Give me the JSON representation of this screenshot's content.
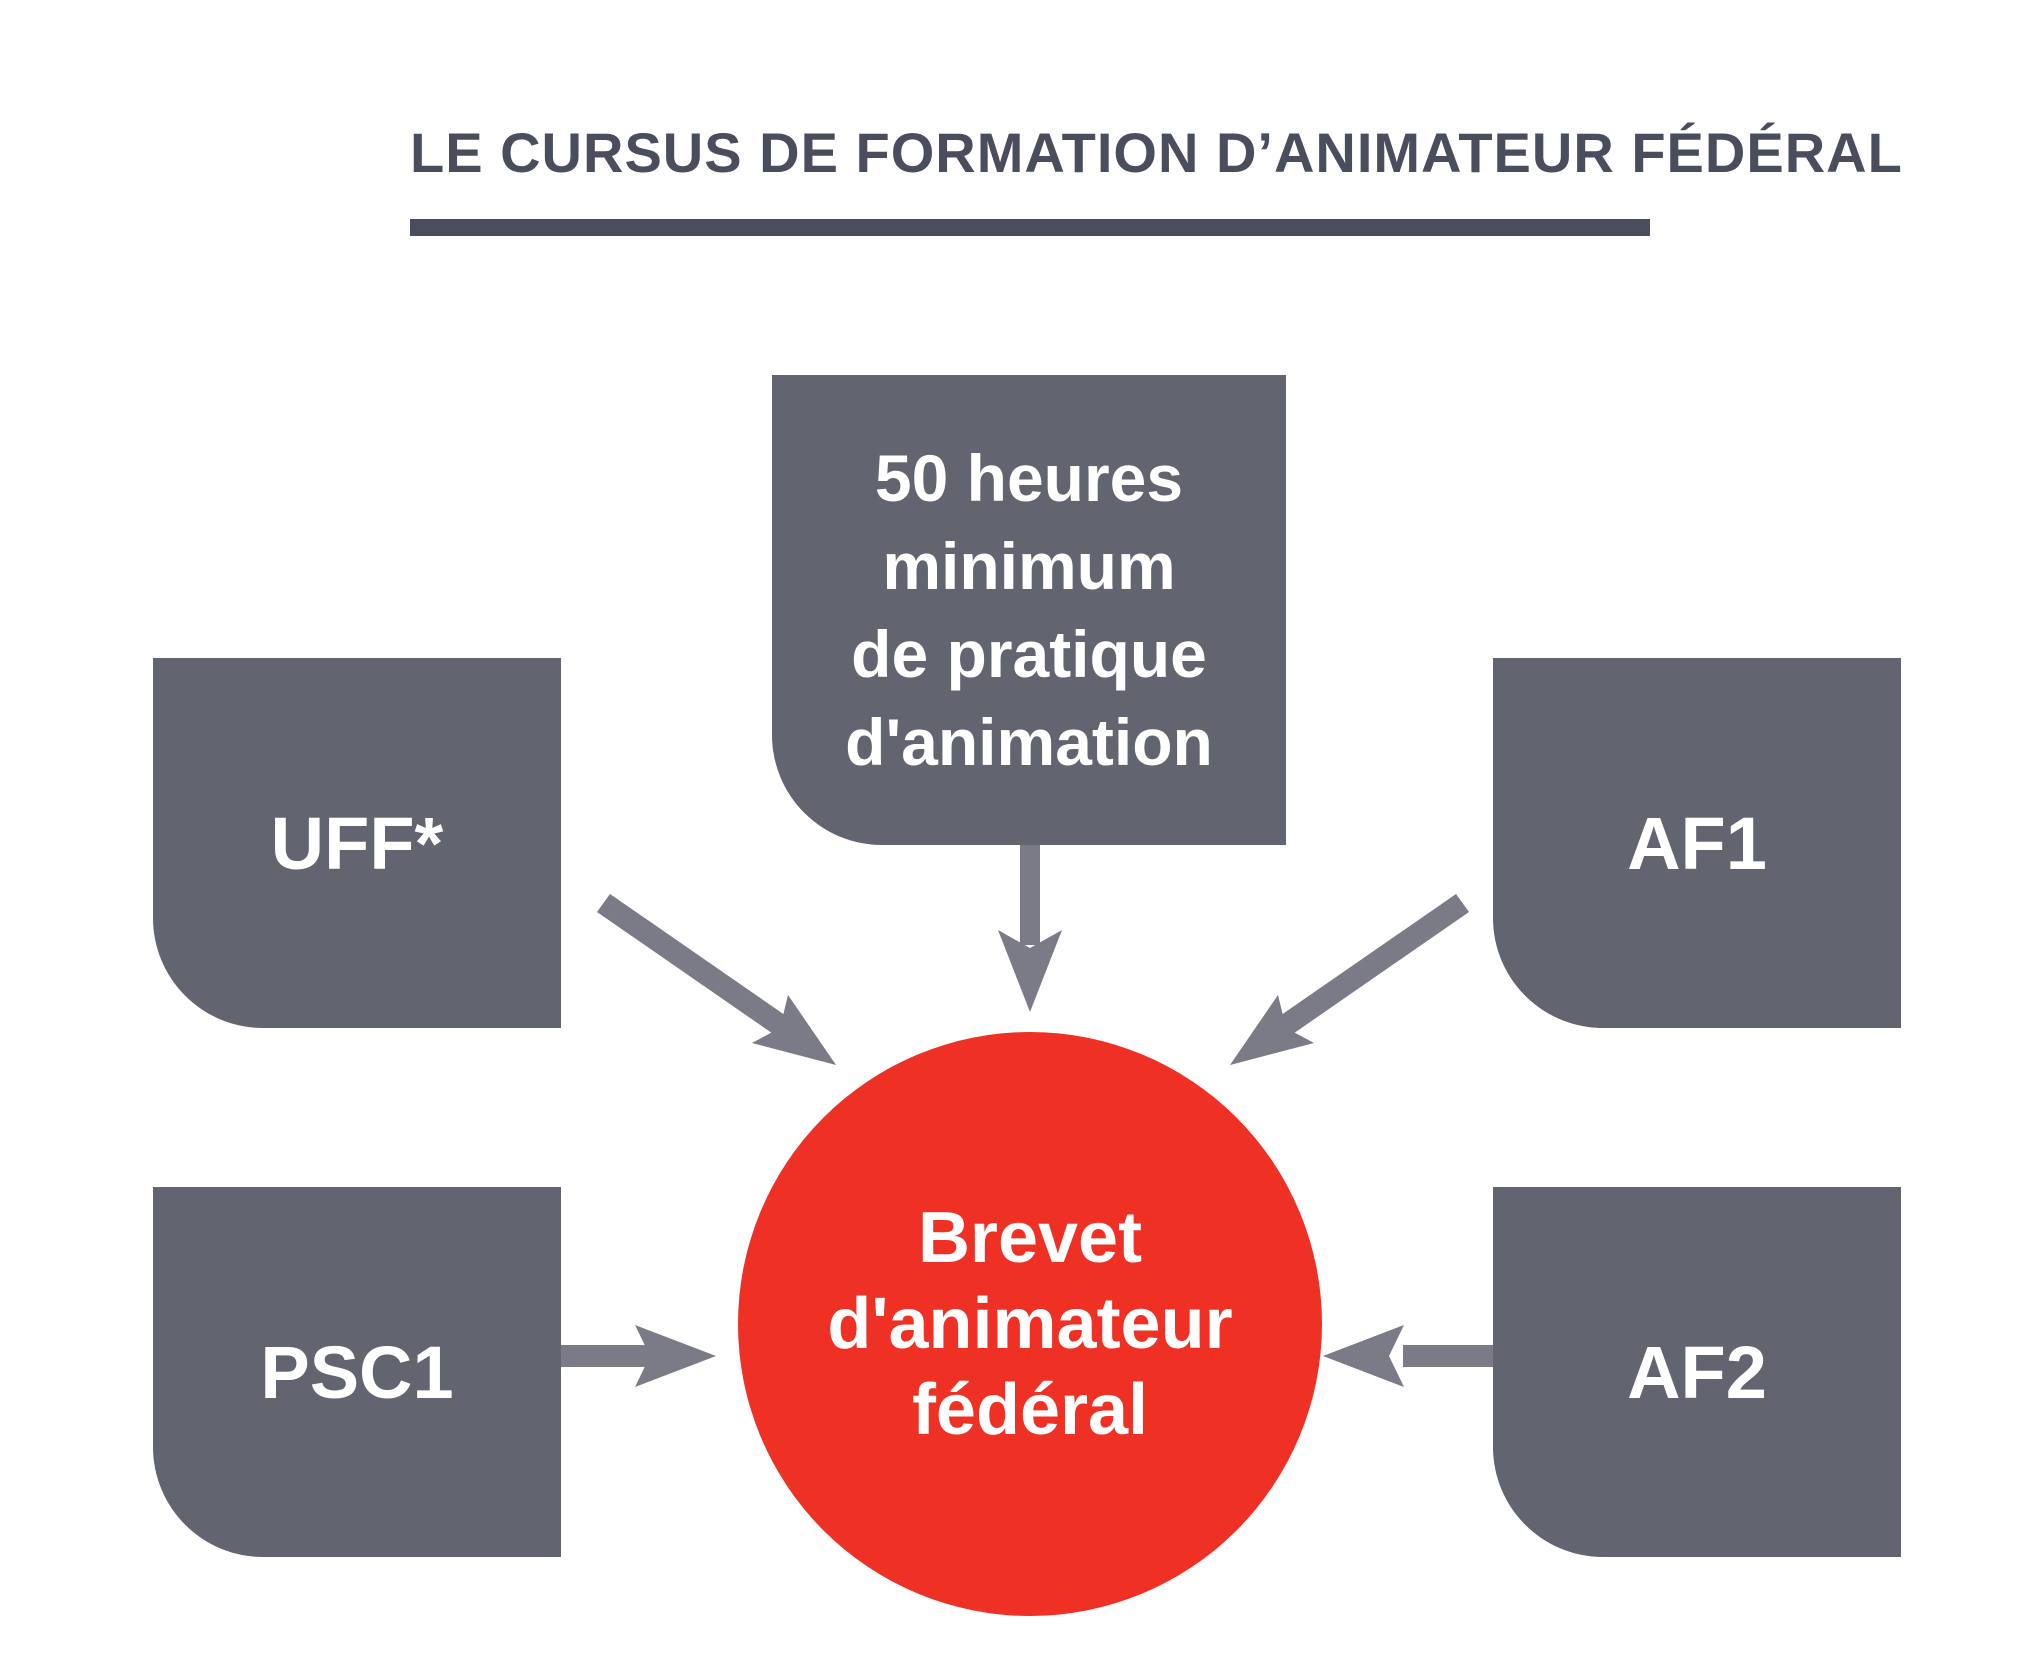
{
  "title": "LE CURSUS DE FORMATION D’ANIMATEUR FÉDÉRAL",
  "center": {
    "line1": "Brevet",
    "line2": "d'animateur",
    "line3": "fédéral"
  },
  "boxes": {
    "top": {
      "line1": "50 heures",
      "line2": "minimum",
      "line3": "de pratique",
      "line4": "d'animation"
    },
    "uff": "UFF*",
    "af1": "AF1",
    "psc1": "PSC1",
    "af2": "AF2"
  },
  "colors": {
    "box": "#62646f",
    "circle": "#ee3124",
    "arrow": "#7a7b86",
    "title": "#4a4e5c"
  }
}
